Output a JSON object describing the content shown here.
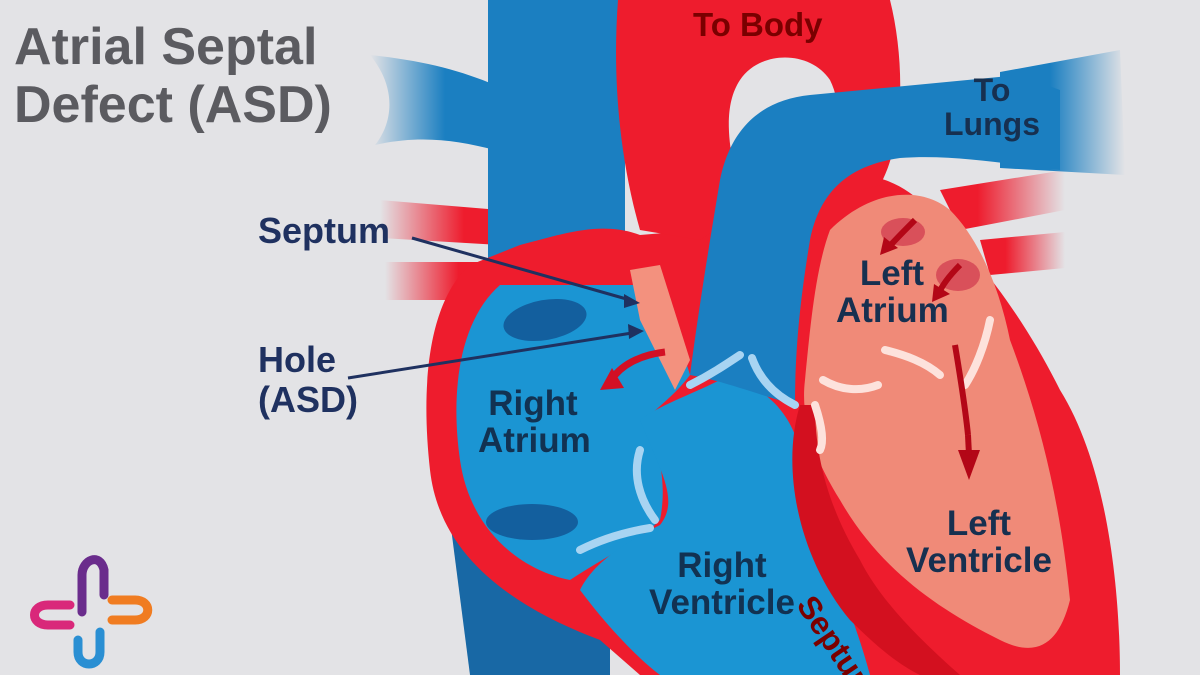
{
  "title": {
    "line1": "Atrial Septal",
    "line2": "Defect (ASD)"
  },
  "labels": {
    "to_body": "To Body",
    "to_lungs_line1": "To",
    "to_lungs_line2": "Lungs",
    "septum_pointer": "Septum",
    "hole_line1": "Hole",
    "hole_line2": "(ASD)",
    "right_atrium_line1": "Right",
    "right_atrium_line2": "Atrium",
    "left_atrium_line1": "Left",
    "left_atrium_line2": "Atrium",
    "right_ventricle_line1": "Right",
    "right_ventricle_line2": "Ventricle",
    "left_ventricle_line1": "Left",
    "left_ventricle_line2": "Ventricle",
    "septum_wall": "Septum"
  },
  "colors": {
    "background": "#e3e3e6",
    "oxygenated_red": "#ee1c2d",
    "deoxygenated_blue": "#1b7fc1",
    "left_chamber_fill": "#f08a78",
    "title_gray": "#5b5b60",
    "label_navy": "#1f3160"
  },
  "logo": {
    "icon": "cross-logo-icon"
  }
}
